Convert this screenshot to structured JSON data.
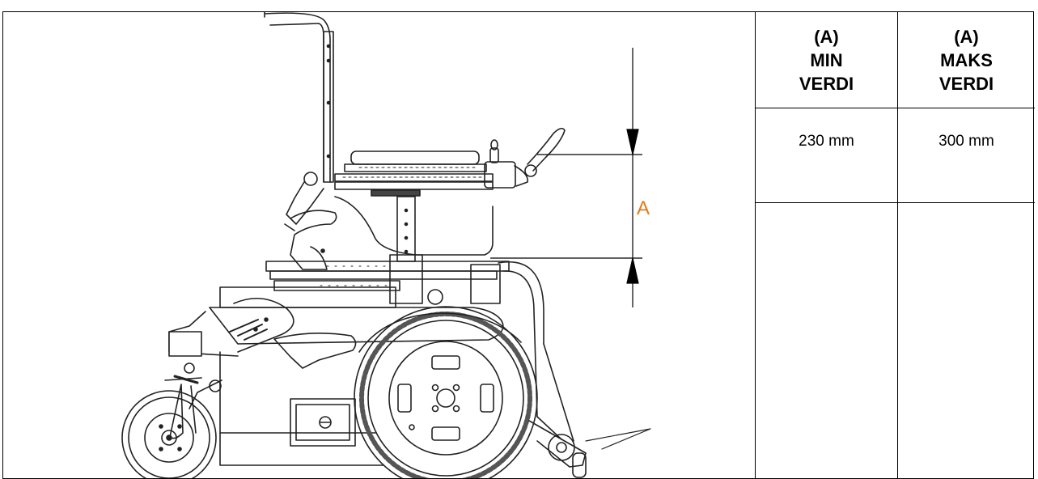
{
  "figure": {
    "dimension_label": "A",
    "dimension_label_color": "#e07b1a"
  },
  "table": {
    "headers": [
      {
        "line1": "(A)",
        "line2": "MIN",
        "line3": "VERDI"
      },
      {
        "line1": "(A)",
        "line2": "MAKS",
        "line3": "VERDI"
      }
    ],
    "values": [
      "230 mm",
      "300 mm"
    ]
  }
}
